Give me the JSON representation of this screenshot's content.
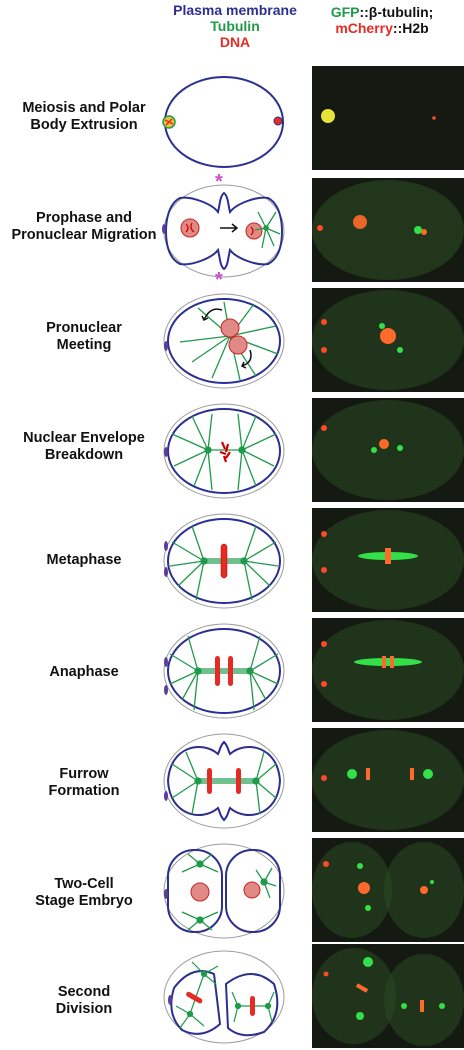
{
  "header": {
    "left": {
      "line1": "Plasma membrane",
      "line2": "Tubulin",
      "line3": "DNA"
    },
    "right": {
      "gfp": "GFP",
      "gfp_rest": "::β-tubulin;",
      "mcherry": "mCherry",
      "mcherry_rest": "::H2b"
    }
  },
  "colors": {
    "membrane": "#2b2f8f",
    "tubulin": "#1f9a4a",
    "dna": "#e52b24",
    "eggshell": "#9a9a9a",
    "polar_body": "#5b3c9a",
    "asterisk": "#c84fd0",
    "micrograph_bg": "#141a12",
    "gfp_signal": "#33e04a",
    "mcherry_signal": "#ff4a2a"
  },
  "stages": [
    {
      "id": "meiosis",
      "label": [
        "Meiosis and Polar",
        "Body Extrusion"
      ]
    },
    {
      "id": "prophase",
      "label": [
        "Prophase and",
        "Pronuclear Migration"
      ]
    },
    {
      "id": "pronuclear-meeting",
      "label": [
        "Pronuclear",
        "Meeting"
      ]
    },
    {
      "id": "nebd",
      "label": [
        "Nuclear Envelope",
        "Breakdown"
      ]
    },
    {
      "id": "metaphase",
      "label": [
        "Metaphase"
      ]
    },
    {
      "id": "anaphase",
      "label": [
        "Anaphase"
      ]
    },
    {
      "id": "furrow",
      "label": [
        "Furrow",
        "Formation"
      ]
    },
    {
      "id": "two-cell",
      "label": [
        "Two-Cell",
        "Stage Embryo"
      ]
    },
    {
      "id": "second-division",
      "label": [
        "Second",
        "Division"
      ]
    }
  ]
}
